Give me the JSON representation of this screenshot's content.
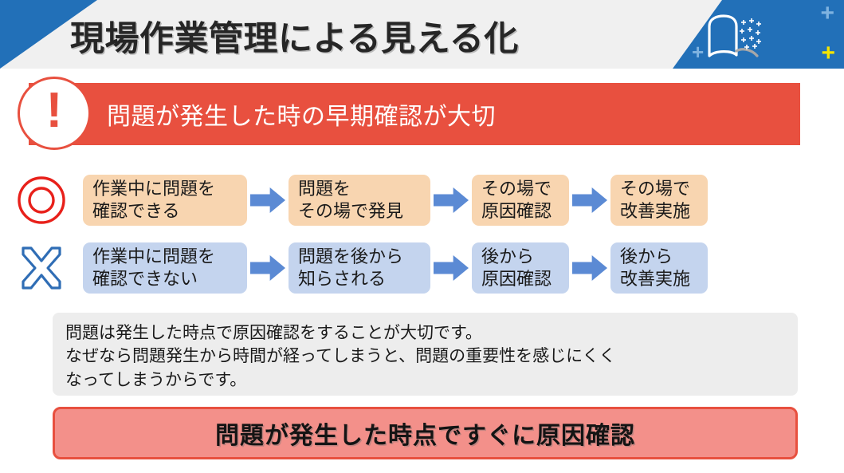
{
  "header": {
    "title": "現場作業管理による見える化",
    "icons": {
      "book": "book-icon",
      "sparkles": "sparkles-icon",
      "plus_small": "+",
      "plus_large": "+",
      "plus_yellow": "+"
    },
    "colors": {
      "band_background": "#F0F0F0",
      "accent_blue": "#2270B8",
      "yellow": "#F5E500",
      "light_blue": "#7FB3E0"
    }
  },
  "alert": {
    "icon": "!",
    "icon_name": "exclamation-circle-icon",
    "text": "問題が発生した時の早期確認が大切",
    "color": "#E8503F"
  },
  "flow": {
    "rows": [
      {
        "marker": "◎",
        "marker_name": "double-circle-good-icon",
        "marker_color": "#E8201A",
        "box_color": "#F8D5B0",
        "steps": [
          {
            "lines": [
              "作業中に問題を",
              "確認できる"
            ],
            "width": "w-wide"
          },
          {
            "lines": [
              "問題を",
              "その場で発見"
            ],
            "width": "w-mid"
          },
          {
            "lines": [
              "その場で",
              "原因確認"
            ],
            "width": "w-narr"
          },
          {
            "lines": [
              "その場で",
              "改善実施"
            ],
            "width": "w-narr"
          }
        ]
      },
      {
        "marker": "✕",
        "marker_name": "cross-bad-icon",
        "marker_color": "#2F6DB5",
        "box_color": "#C4D4EE",
        "steps": [
          {
            "lines": [
              "作業中に問題を",
              "確認できない"
            ],
            "width": "w-wide"
          },
          {
            "lines": [
              "問題を後から",
              "知らされる"
            ],
            "width": "w-mid"
          },
          {
            "lines": [
              "後から",
              "原因確認"
            ],
            "width": "w-narr"
          },
          {
            "lines": [
              "後から",
              "改善実施"
            ],
            "width": "w-narr"
          }
        ]
      }
    ],
    "arrow_color": "#5B8AD4",
    "arrow_name": "right-arrow-icon"
  },
  "note": {
    "lines": [
      "問題は発生した時点で原因確認をすることが大切です。",
      "なぜなら問題発生から時間が経ってしまうと、問題の重要性を感じにくく",
      "なってしまうからです。"
    ],
    "background": "#EDEDED"
  },
  "conclusion": {
    "text": "問題が発生した時点ですぐに原因確認",
    "background": "#F3908A",
    "border": "#E8503F"
  }
}
